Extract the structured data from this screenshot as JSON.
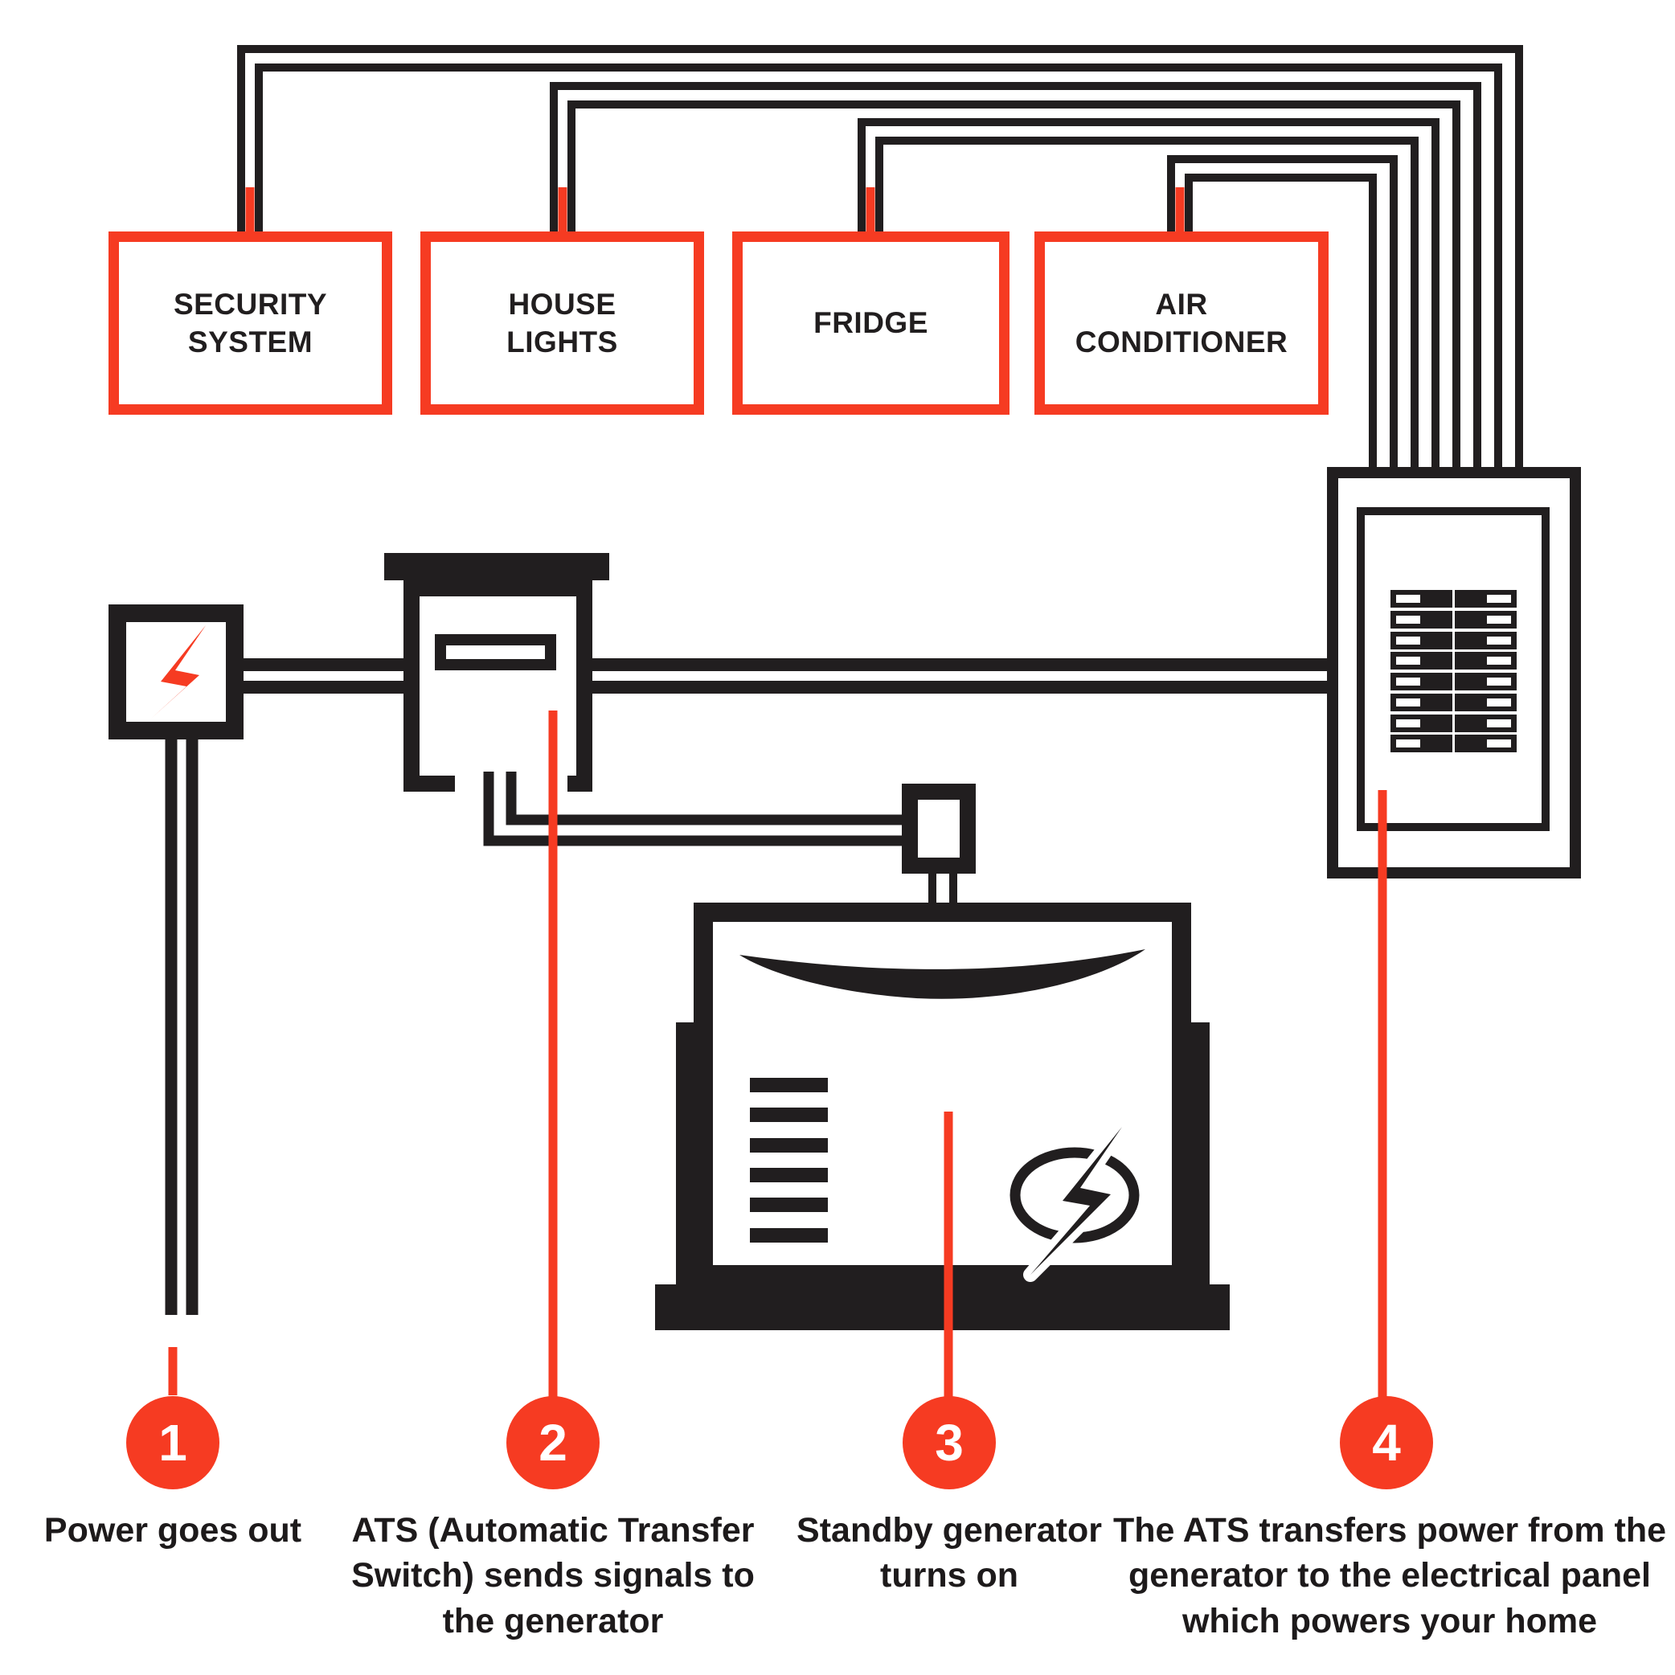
{
  "colors": {
    "accent_red": "#f63b22",
    "ink_black": "#211e1f",
    "background": "#ffffff"
  },
  "appliances": {
    "items": [
      {
        "label": "SECURITY\nSYSTEM"
      },
      {
        "label": "HOUSE\nLIGHTS"
      },
      {
        "label": "FRIDGE"
      },
      {
        "label": "AIR\nCONDITIONER"
      }
    ]
  },
  "icons": {
    "power_outage_icon": "lightning-bolt",
    "generator_logo_icon": "lightning-bolt-in-ellipse"
  },
  "callouts": {
    "items": [
      {
        "number": "1",
        "caption": "Power goes out"
      },
      {
        "number": "2",
        "caption": "ATS (Automatic Transfer\nSwitch) sends signals to\nthe generator"
      },
      {
        "number": "3",
        "caption": "Standby generator\nturns on"
      },
      {
        "number": "4",
        "caption": "The ATS transfers power from the\ngenerator to the electrical panel\nwhich powers your home"
      }
    ]
  }
}
